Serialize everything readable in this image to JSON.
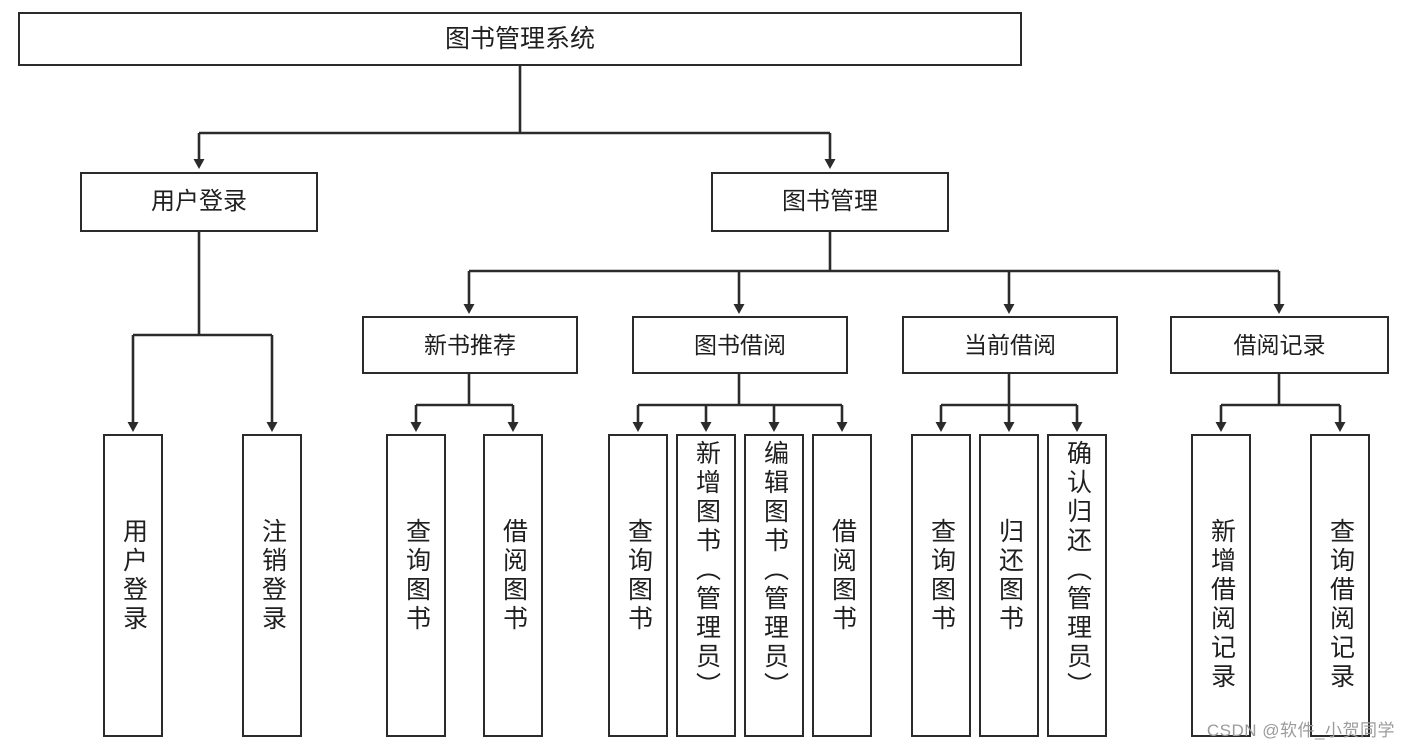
{
  "diagram": {
    "type": "tree-hierarchy",
    "title": "图书管理系统",
    "root": {
      "id": "root",
      "label": "图书管理系统"
    },
    "level2": [
      {
        "id": "user-login",
        "label": "用户登录"
      },
      {
        "id": "book-manage",
        "label": "图书管理"
      }
    ],
    "level3": [
      {
        "id": "new-book-rec",
        "label": "新书推荐",
        "parent": "book-manage"
      },
      {
        "id": "book-borrow",
        "label": "图书借阅",
        "parent": "book-manage"
      },
      {
        "id": "current-borrow",
        "label": "当前借阅",
        "parent": "book-manage"
      },
      {
        "id": "borrow-record",
        "label": "借阅记录",
        "parent": "book-manage"
      }
    ],
    "leaves": [
      {
        "id": "leaf-user-login",
        "label": "用户登录",
        "parent": "user-login"
      },
      {
        "id": "leaf-user-logout",
        "label": "注销登录",
        "parent": "user-login"
      },
      {
        "id": "leaf-query-book-rec",
        "label": "查询图书",
        "parent": "new-book-rec"
      },
      {
        "id": "leaf-borrow-book-rec",
        "label": "借阅图书",
        "parent": "new-book-rec"
      },
      {
        "id": "leaf-query-book-borrow",
        "label": "查询图书",
        "parent": "book-borrow"
      },
      {
        "id": "leaf-add-book",
        "label": "新增图书（管理员）",
        "parent": "book-borrow"
      },
      {
        "id": "leaf-edit-book",
        "label": "编辑图书（管理员）",
        "parent": "book-borrow"
      },
      {
        "id": "leaf-borrow-book",
        "label": "借阅图书",
        "parent": "book-borrow"
      },
      {
        "id": "leaf-query-book-cur",
        "label": "查询图书",
        "parent": "current-borrow"
      },
      {
        "id": "leaf-return-book",
        "label": "归还图书",
        "parent": "current-borrow"
      },
      {
        "id": "leaf-confirm-return",
        "label": "确认归还（管理员）",
        "parent": "current-borrow"
      },
      {
        "id": "leaf-add-record",
        "label": "新增借阅记录",
        "parent": "borrow-record"
      },
      {
        "id": "leaf-query-record",
        "label": "查询借阅记录",
        "parent": "borrow-record"
      }
    ]
  },
  "watermark": {
    "text": "CSDN @软件_小贺同学"
  },
  "colors": {
    "stroke": "#2b2b2b",
    "background": "#ffffff",
    "text": "#1f1f1f",
    "watermark": "#9b9b9b"
  }
}
